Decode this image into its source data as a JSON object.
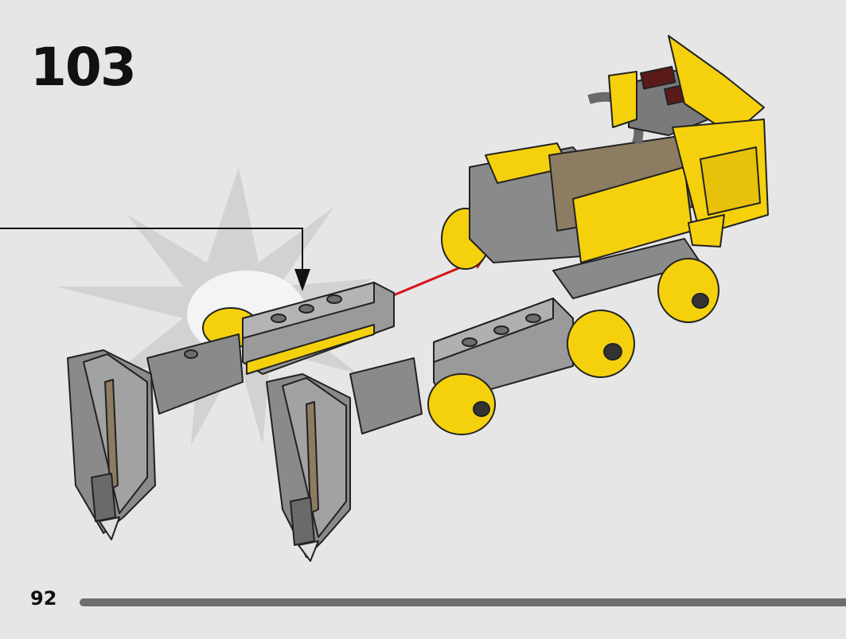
{
  "step": {
    "number": "103"
  },
  "footer": {
    "page_number": "92",
    "progress_fraction": 1.0
  },
  "colors": {
    "background": "#e6e6e6",
    "brick_yellow": "#f5d10d",
    "brick_gray": "#9a9a9a",
    "brick_dark": "#5a5a5a",
    "brick_tan": "#8c7c62",
    "arrow_red": "#d8111a",
    "callout_line": "#111111"
  }
}
